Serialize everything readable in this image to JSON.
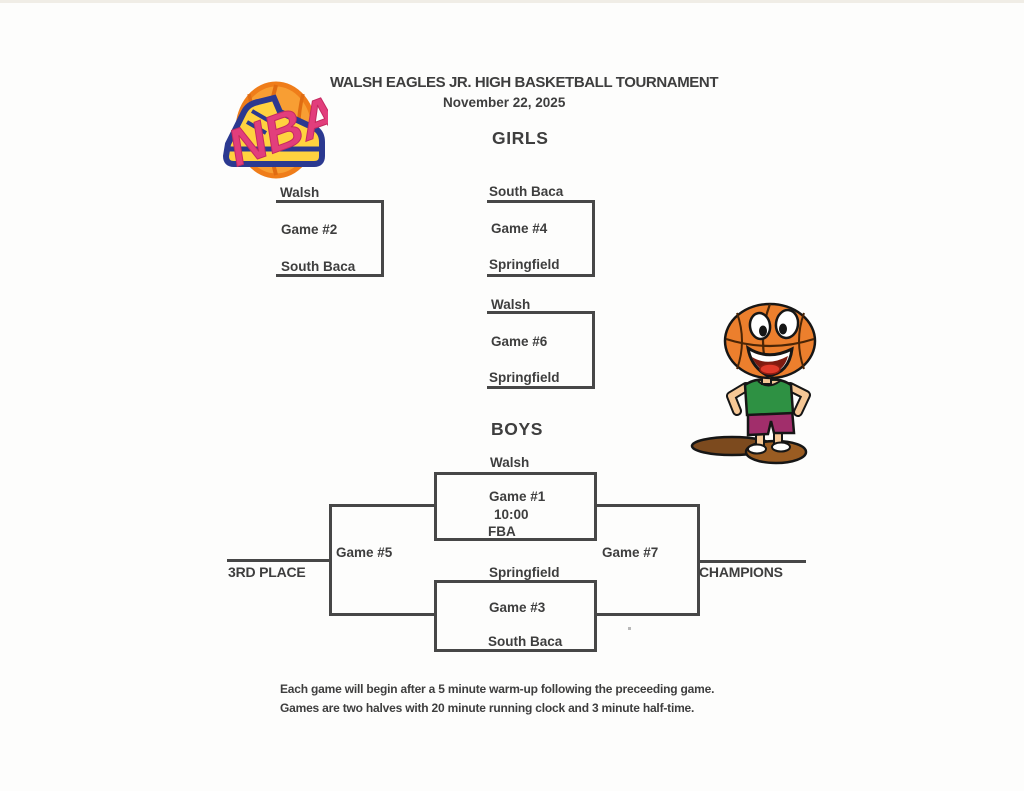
{
  "header": {
    "title": "WALSH EAGLES JR. HIGH BASKETBALL TOURNAMENT",
    "date": "November 22, 2025"
  },
  "girls": {
    "heading": "GIRLS",
    "game2": {
      "top_team": "Walsh",
      "label": "Game #2",
      "bottom_team": "South Baca"
    },
    "game4": {
      "top_team": "South Baca",
      "label": "Game #4",
      "bottom_team": "Springfield"
    },
    "game6": {
      "top_team": "Walsh",
      "label": "Game #6",
      "bottom_team": "Springfield"
    }
  },
  "boys": {
    "heading": "BOYS",
    "top_team": "Walsh",
    "game1": {
      "label": "Game #1",
      "time": "10:00",
      "venue": "FBA"
    },
    "middle_team": "Springfield",
    "game3": {
      "label": "Game #3"
    },
    "bottom_team": "South Baca",
    "game5_label": "Game #5",
    "game7_label": "Game #7",
    "third_place_label": "3RD PLACE",
    "champions_label": "CHAMPIONS"
  },
  "footer": {
    "line1": "Each game will begin after a 5 minute warm-up following the preceeding game.",
    "line2": "Games are two halves with 20 minute running clock and 3 minute half-time."
  },
  "icons": {
    "logo": "nba-sneaker-logo",
    "mascot": "basketball-mascot"
  },
  "colors": {
    "ink": "#3e3e3e",
    "bracket_line": "#474747",
    "logo_orange": "#f89e33",
    "logo_yellow": "#ffd23f",
    "logo_blue": "#2b3990",
    "logo_pink": "#e23e7c",
    "mascot_orange": "#ec7f2d",
    "mascot_green": "#2e9143",
    "mascot_purple": "#a12e6b",
    "mascot_skin": "#f6c795",
    "mascot_brown": "#8a5220"
  }
}
